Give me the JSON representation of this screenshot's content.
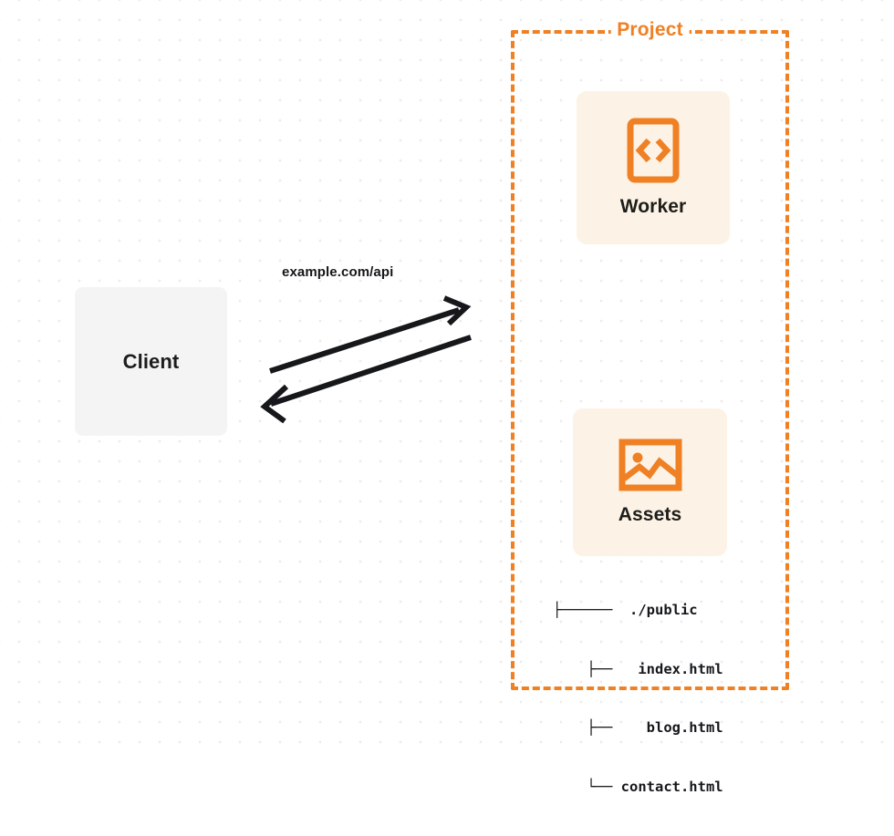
{
  "diagram": {
    "title": "Client to Project Worker and Assets request flow",
    "colors": {
      "accent_orange": "#ef8023",
      "card_background": "#fdf2e6",
      "client_background": "#f4f4f5",
      "text_dark": "#15171a",
      "dot_grid": "#ececec"
    },
    "client": {
      "label": "Client"
    },
    "connection": {
      "label": "example.com/api",
      "request_direction": "right",
      "response_direction": "left"
    },
    "project": {
      "label": "Project",
      "nodes": [
        {
          "id": "worker",
          "label": "Worker",
          "icon": "code-brackets-icon"
        },
        {
          "id": "assets",
          "label": "Assets",
          "icon": "image-icon"
        }
      ],
      "file_tree": [
        {
          "branch": "├─────",
          "name": "./public"
        },
        {
          "branch": "      ├──",
          "name": "index.html"
        },
        {
          "branch": "      ├──",
          "name": "blog.html"
        },
        {
          "branch": "      └──",
          "name": "contact.html"
        }
      ],
      "file_tree_lines": [
        "├──────  ./public",
        "    ├──   index.html",
        "    ├──    blog.html",
        "    └── contact.html"
      ]
    }
  }
}
